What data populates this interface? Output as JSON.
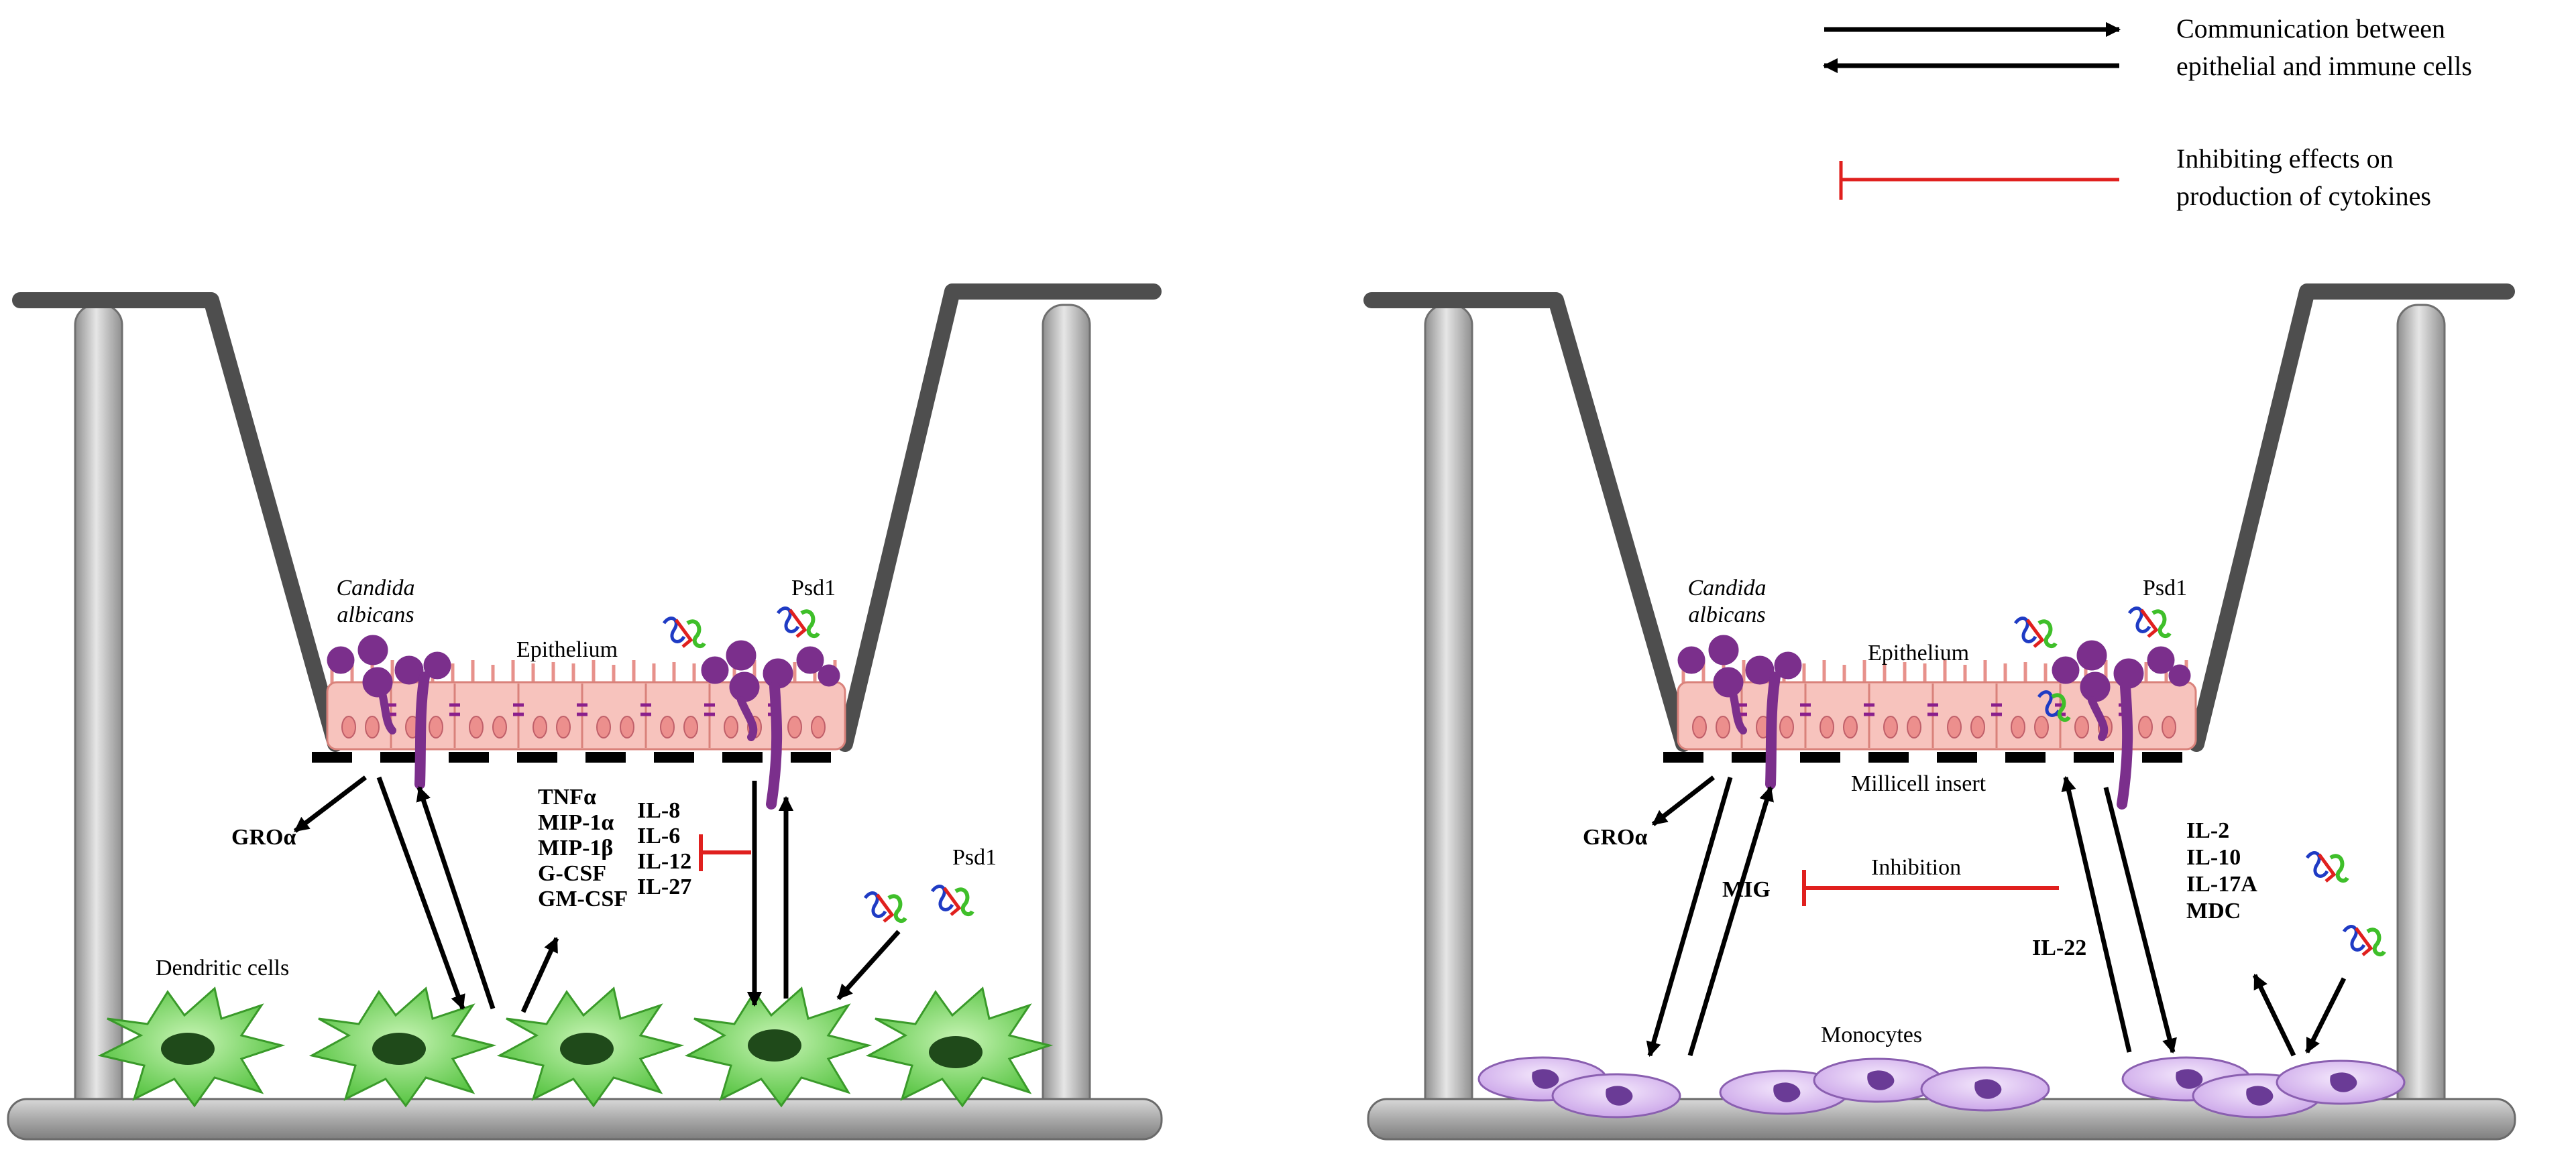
{
  "legend": {
    "communication_line1": "Communication between",
    "communication_line2": "epithelial and immune cells",
    "inhibiting_line1": "Inhibiting effects on",
    "inhibiting_line2": "production of cytokines"
  },
  "colors": {
    "communication_arrow": "#000000",
    "inhibition": "#e0201e",
    "epithelium": "#f7c3bd",
    "candida": "#7b2f8c",
    "dendritic": "#55c73c",
    "monocyte": "#d9b5f0",
    "frame": "#c8c8c8",
    "insert_wall": "#4e4e4e"
  },
  "left_panel": {
    "candida_line1": "Candida",
    "candida_line2": "albicans",
    "epithelium": "Epithelium",
    "psd1_top": "Psd1",
    "psd1_side": "Psd1",
    "gro": "GROα",
    "cytokines_a": [
      "TNFα",
      "MIP-1α",
      "MIP-1β",
      "G-CSF",
      "GM-CSF"
    ],
    "cytokines_b": [
      "IL-8",
      "IL-6",
      "IL-12",
      "IL-27"
    ],
    "cells": "Dendritic cells"
  },
  "right_panel": {
    "candida_line1": "Candida",
    "candida_line2": "albicans",
    "epithelium": "Epithelium",
    "psd1_top": "Psd1",
    "insert": "Millicell insert",
    "gro": "GROα",
    "mig": "MIG",
    "inhibition": "Inhibition",
    "il22": "IL-22",
    "cytokines": [
      "IL-2",
      "IL-10",
      "IL-17A",
      "MDC"
    ],
    "cells": "Monocytes"
  }
}
